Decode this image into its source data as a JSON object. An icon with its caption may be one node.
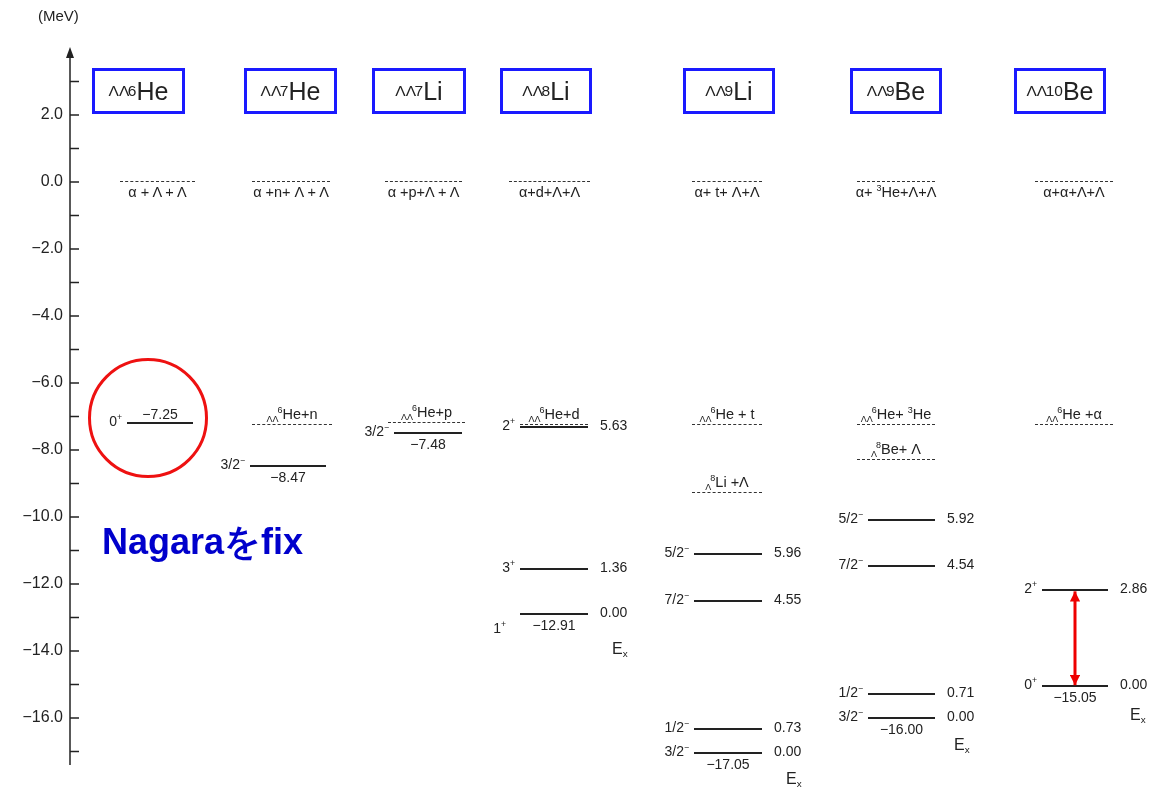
{
  "diagram": {
    "nodes": [
      {
        "text": [
          "$_{ΛΛ}$$^{6}$He"
        ]
      },
      {
        "text": [
          "$_{ΛΛ}$$^{7}$He"
        ]
      },
      {
        "text": [
          "$_{ΛΛ}$$^{7}$Li"
        ]
      },
      {
        "text": [
          "$_{ΛΛ}$$^{8}$Li"
        ]
      },
      {
        "text": [
          "$_{ΛΛ}$$^{9}$Li"
        ]
      },
      {
        "text": [
          "$_{ΛΛ}$$^{9}$Be"
        ]
      },
      {
        "text": [
          "$_{ΛΛ}$$^{10}$Be"
        ]
      },
      {
        "text": [],
        "shape": "circle"
      },
      {
        "text": [],
        "shape": "bar",
        "in": 7,
        "beside": [
          "0$^{+}$",
          "−7.25"
        ]
      },
      {
        "text": [],
        "shape": "line",
        "beside": [
          "α + Λ + Λ"
        ]
      },
      {
        "text": [],
        "shape": "line",
        "beside": [
          "α +n+ Λ + Λ"
        ]
      },
      {
        "text": [],
        "shape": "line",
        "beside": [
          "$_{ΛΛ}$$^{6}$He+n"
        ]
      },
      {
        "text": [],
        "shape": "bar",
        "beside": [
          "3/2$^{−}$",
          "−8.47"
        ]
      },
      {
        "text": [],
        "shape": "line",
        "beside": [
          "α +p+Λ + Λ"
        ]
      },
      {
        "text": [],
        "shape": "line",
        "beside": [
          "$_{ΛΛ}$$^{6}$He+p"
        ]
      },
      {
        "text": [],
        "shape": "bar",
        "beside": [
          "3/2$^{−}$",
          "−7.48"
        ]
      },
      {
        "text": [],
        "shape": "line",
        "beside": [
          "α+d+Λ+Λ"
        ]
      },
      {
        "text": [],
        "shape": "line",
        "beside": [
          "$_{ΛΛ}$$^{6}$He+d"
        ]
      },
      {
        "text": [],
        "shape": "bar",
        "beside": [
          "2$^{+}$",
          "5.63"
        ]
      },
      {
        "text": [],
        "shape": "bar",
        "beside": [
          "3$^{+}$",
          "1.36"
        ]
      },
      {
        "text": [],
        "shape": "bar",
        "beside": [
          "1$^{+}$",
          "−12.91",
          "0.00"
        ]
      },
      {
        "text": [],
        "shape": "line",
        "beside": [
          "α+ t+ Λ+Λ"
        ]
      },
      {
        "text": [],
        "shape": "line",
        "beside": [
          "$_{ΛΛ}$$^{6}$He + t"
        ]
      },
      {
        "text": [],
        "shape": "line",
        "beside": [
          "$_{Λ}$$^{8}$Li +Λ"
        ]
      },
      {
        "text": [],
        "shape": "bar",
        "beside": [
          "5/2$^{−}$",
          "5.96"
        ]
      },
      {
        "text": [],
        "shape": "bar",
        "beside": [
          "7/2$^{−}$",
          "4.55"
        ]
      },
      {
        "text": [],
        "shape": "bar",
        "beside": [
          "1/2$^{−}$",
          "0.73"
        ]
      },
      {
        "text": [],
        "shape": "bar",
        "beside": [
          "3/2$^{−}$",
          "−17.05",
          "0.00"
        ]
      },
      {
        "text": [],
        "shape": "line",
        "beside": [
          "α+ $^{3}$He+Λ+Λ"
        ]
      },
      {
        "text": [],
        "shape": "line",
        "beside": [
          "$_{ΛΛ}$$^{6}$He+ $^{3}$He"
        ]
      },
      {
        "text": [],
        "shape": "line",
        "beside": [
          "$_{Λ}$$^{8}$Be+ Λ"
        ]
      },
      {
        "text": [],
        "shape": "bar",
        "beside": [
          "5/2$^{−}$",
          "5.92"
        ]
      },
      {
        "text": [],
        "shape": "bar",
        "beside": [
          "7/2$^{−}$",
          "4.54"
        ]
      },
      {
        "text": [],
        "shape": "bar",
        "beside": [
          "1/2$^{−}$",
          "0.71"
        ]
      },
      {
        "text": [],
        "shape": "bar",
        "beside": [
          "3/2$^{−}$",
          "−16.00",
          "0.00"
        ]
      },
      {
        "text": [],
        "shape": "line",
        "beside": [
          "α+α+Λ+Λ"
        ]
      },
      {
        "text": [],
        "shape": "line",
        "beside": [
          "$_{ΛΛ}$$^{6}$He +α"
        ]
      },
      {
        "text": [],
        "shape": "bar",
        "beside": [
          "2$^{+}$",
          "2.86"
        ]
      },
      {
        "text": [],
        "shape": "bar",
        "beside": [
          "0$^{+}$",
          "−15.05",
          "0.00"
        ]
      }
    ],
    "edges": [
      {
        "from": 37,
        "to": 38,
        "arrow": "both",
        "color": "#ee0000"
      }
    ],
    "labels": [
      "(MeV)",
      "2.0",
      "0.0",
      "−2.0",
      "−4.0",
      "−6.0",
      "−8.0",
      "−10.0",
      "−12.0",
      "−14.0",
      "−16.0",
      "Nagaraをfix",
      "E$_{x}$",
      "E$_{x}$",
      "E$_{x}$",
      "E$_{x}$"
    ]
  }
}
